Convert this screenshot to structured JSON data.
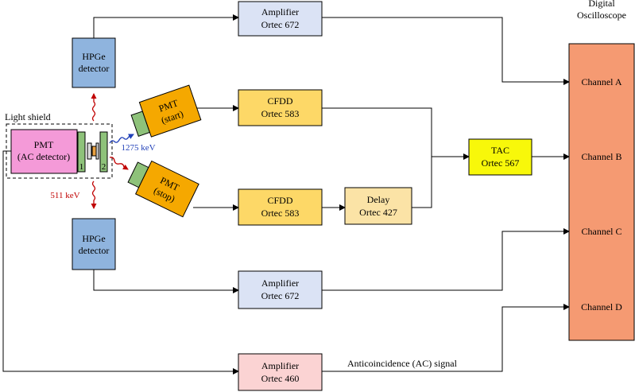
{
  "colors": {
    "amplifier_672": "#dbe3f5",
    "amplifier_460": "#fbd3d3",
    "cfdd": "#fdd867",
    "delay": "#fbe3a6",
    "tac": "#f8f80a",
    "hpge": "#8fb4de",
    "pmt_body": "#f5a800",
    "pmt_window": "#8ec27a",
    "pmt_ac": "#f49ad8",
    "oscilloscope": "#f59a72",
    "gamma_511": "#c00000",
    "gamma_1275": "#1f3fb8"
  },
  "icons": {
    "gamma_ray": "wavy-arrow-icon"
  },
  "blocks": {
    "amp_top": {
      "line1": "Amplifier",
      "line2": "Ortec 672"
    },
    "hpge_top": {
      "line1": "HPGe",
      "line2": "detector"
    },
    "cfdd_top": {
      "line1": "CFDD",
      "line2": "Ortec 583"
    },
    "pmt_start": {
      "line1": "PMT",
      "line2": "(start)"
    },
    "pmt_stop": {
      "line1": "PMT",
      "line2": "(stop)"
    },
    "pmt_ac": {
      "line1": "PMT",
      "line2": "(AC detector)"
    },
    "tac": {
      "line1": "TAC",
      "line2": "Ortec 567"
    },
    "cfdd_bottom": {
      "line1": "CFDD",
      "line2": "Ortec 583"
    },
    "delay": {
      "line1": "Delay",
      "line2": "Ortec 427"
    },
    "hpge_bottom": {
      "line1": "HPGe",
      "line2": "detector"
    },
    "amp_bottom": {
      "line1": "Amplifier",
      "line2": "Ortec 672"
    },
    "amp_ac": {
      "line1": "Amplifier",
      "line2": "Ortec 460"
    }
  },
  "oscilloscope": {
    "title_line1": "Digital",
    "title_line2": "Oscilloscope",
    "channels": [
      "Channel A",
      "Channel B",
      "Channel C",
      "Channel D"
    ]
  },
  "labels": {
    "light_shield": "Light shield",
    "energy_1275": "1275 keV",
    "energy_511": "511 keV",
    "ac_signal": "Anticoincidence (AC) signal",
    "scint_1": "1",
    "scint_2": "2"
  }
}
